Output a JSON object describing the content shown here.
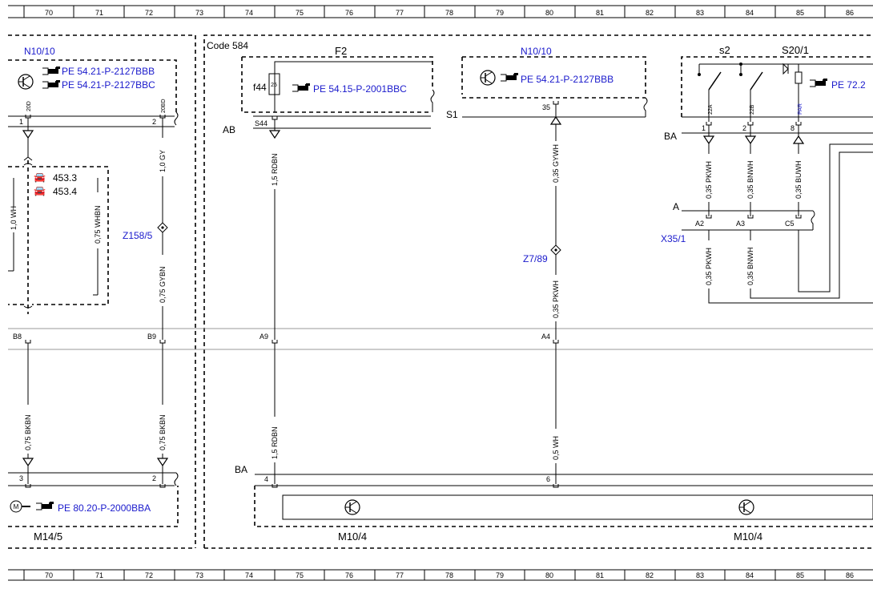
{
  "grid_numbers": [
    "70",
    "71",
    "72",
    "73",
    "74",
    "75",
    "76",
    "77",
    "78",
    "79",
    "80",
    "81",
    "82",
    "83",
    "84",
    "85",
    "86"
  ],
  "code_label": "Code 584",
  "components": {
    "n10_left": "N10/10",
    "n10_right": "N10/10",
    "f2": "F2",
    "f44": "f44",
    "fuse_num": "25",
    "s2": "s2",
    "s20": "S20/1",
    "z158": "Z158/5",
    "z7": "Z7/89",
    "x35": "X35/1",
    "m14": "M14/5",
    "m10_left": "M10/4",
    "m10_right": "M10/4",
    "car1": "453.3",
    "car2": "453.4"
  },
  "references": {
    "n10_left_1": "PE 54.21-P-2127BBB",
    "n10_left_2": "PE 54.21-P-2127BBC",
    "f2": "PE 54.15-P-2001BBC",
    "n10_right": "PE 54.21-P-2127BBB",
    "s20": "PE 72.2",
    "m14": "PE 80.20-P-2000BBA"
  },
  "connectors": {
    "ab": "AB",
    "s1": "S1",
    "ba_top": "BA",
    "ba_bot": "BA",
    "a": "A",
    "s44": "S44",
    "p35": "35",
    "pin1": "1",
    "pin2": "2",
    "pin8": "8",
    "a2": "A2",
    "a3": "A3",
    "c5": "C5",
    "b8": "B8",
    "b9": "B9",
    "a9": "A9",
    "a4": "A4",
    "pin3": "3",
    "pin2b": "2",
    "pin4": "4",
    "pin6": "6",
    "pin1_left": "1",
    "pin2_left": "2"
  },
  "pin_codes": {
    "p20d_l": "20D",
    "p20d_r": "20BD",
    "p22a": "22A",
    "p22b": "22B",
    "ppar": "PAR"
  },
  "wires": {
    "w1": "1,0 WH",
    "w2": "0,75 WHBN",
    "w3": "1,0 GY",
    "w4": "0,75 GYBN",
    "w5": "1,5 RDBN",
    "w6": "0,35 GYWH",
    "w7": "0,35 PKWH",
    "w8": "0,35 PKWH",
    "w9": "0,35 BNWH",
    "w10": "0,35 BUWH",
    "w11": "0,35 PKWH",
    "w12": "0,35 BNWH",
    "w13": "0,75 BKBN",
    "w14": "0,75 BKBN",
    "w15": "1,5 RDBN",
    "w16": "0,5 WH"
  },
  "icons": [
    "pointing-hand-icon",
    "transistor-icon",
    "motor-icon",
    "car-icon"
  ]
}
